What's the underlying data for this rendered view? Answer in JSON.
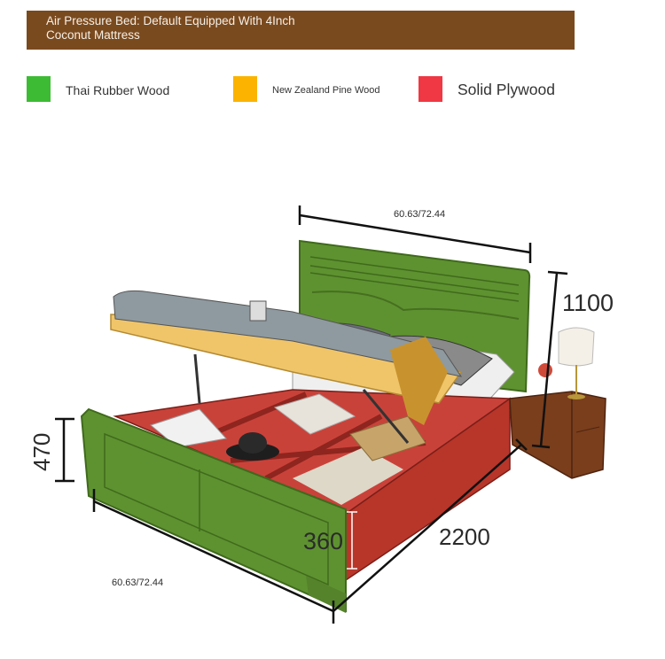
{
  "banner": {
    "title": "Air Pressure Bed: Default Equipped With 4Inch Coconut Mattress"
  },
  "legend": [
    {
      "label": "Thai Rubber Wood",
      "color": "#3dbb34"
    },
    {
      "label": "New Zealand Pine Wood",
      "color": "#fbb300"
    },
    {
      "label": "Solid Plywood",
      "color": "#ef3843"
    }
  ],
  "dimensions": {
    "headboard_width": "60.63/72.44",
    "headboard_height": "1100",
    "footboard_height": "470",
    "storage_depth": "360",
    "bed_length": "2200",
    "footboard_width": "60.63/72.44"
  }
}
